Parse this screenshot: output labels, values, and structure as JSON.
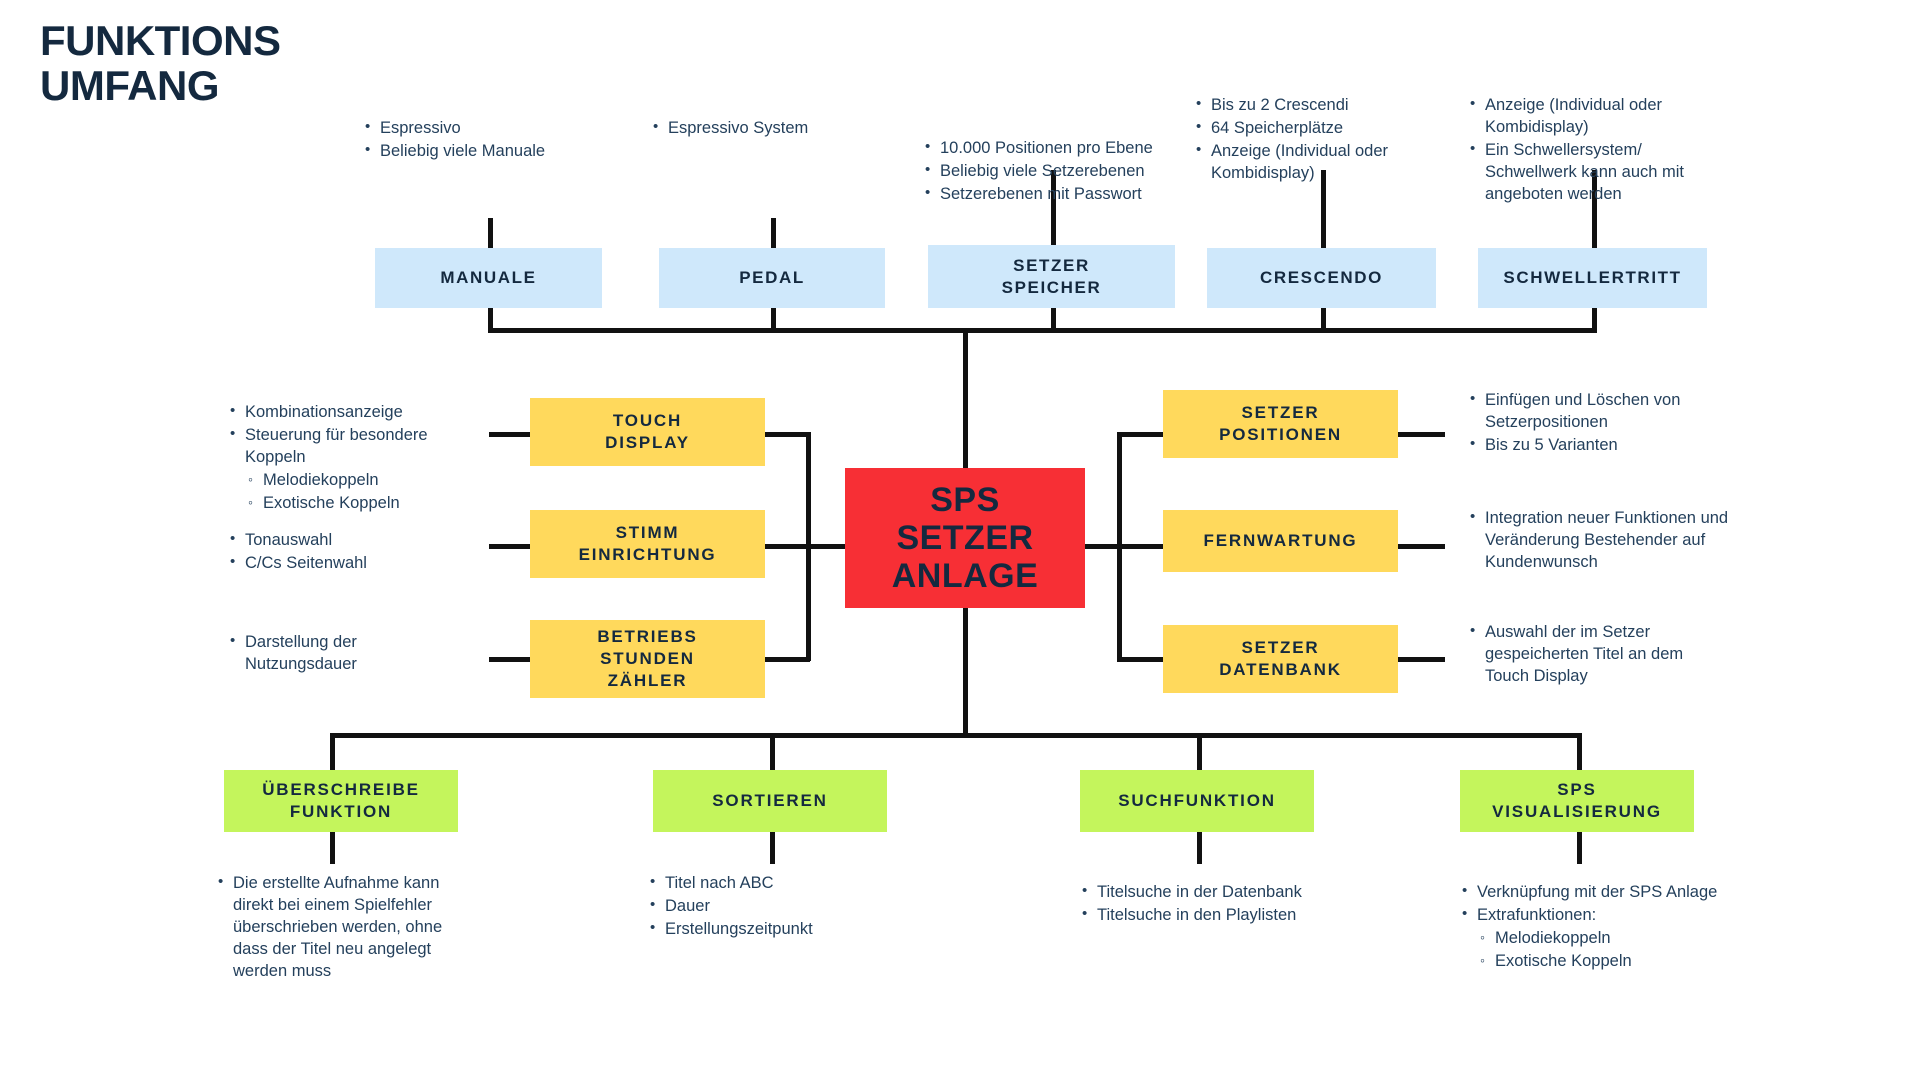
{
  "title": "FUNKTIONS\nUMFANG",
  "colors": {
    "blue": "#cfe8fb",
    "yellow": "#ffd95c",
    "green": "#c4f55c",
    "red": "#f72f35",
    "text": "#14293f",
    "bullet_text": "#24405c",
    "line": "#111111"
  },
  "center": {
    "label": "SPS\nSETZER\nANLAGE"
  },
  "top_row": [
    {
      "label": "MANUALE",
      "bullets": [
        "Espressivo",
        "Beliebig viele Manuale"
      ]
    },
    {
      "label": "PEDAL",
      "bullets": [
        "Espressivo System"
      ]
    },
    {
      "label": "SETZER\nSPEICHER",
      "bullets": [
        "10.000 Positionen pro Ebene",
        "Beliebig viele Setzerebenen",
        "Setzerebenen mit Passwort"
      ]
    },
    {
      "label": "CRESCENDO",
      "bullets": [
        "Bis zu 2 Crescendi",
        "64 Speicherplätze",
        "Anzeige (Individual oder Kombidisplay)"
      ]
    },
    {
      "label": "SCHWELLERTRITT",
      "bullets": [
        "Anzeige (Individual oder Kombidisplay)",
        "Ein Schwellersystem/ Schwellwerk kann auch mit angeboten werden"
      ]
    }
  ],
  "left_column": {
    "boxes": [
      {
        "label": "TOUCH\nDISPLAY"
      },
      {
        "label": "STIMM\nEINRICHTUNG"
      },
      {
        "label": "BETRIEBS\nSTUNDEN\nZÄHLER"
      }
    ],
    "bullet_group_1": [
      {
        "text": "Kombinationsanzeige",
        "level": 1
      },
      {
        "text": "Steuerung für besondere Koppeln",
        "level": 1
      },
      {
        "text": "Melodiekoppeln",
        "level": 2
      },
      {
        "text": "Exotische Koppeln",
        "level": 2
      }
    ],
    "bullet_group_2": [
      {
        "text": "Tonauswahl",
        "level": 1
      },
      {
        "text": "C/Cs Seitenwahl",
        "level": 1
      }
    ],
    "bullet_group_3": [
      {
        "text": "Darstellung der Nutzungsdauer",
        "level": 1
      }
    ]
  },
  "right_column": [
    {
      "label": "SETZER\nPOSITIONEN",
      "bullets": [
        "Einfügen und Löschen von Setzerpositionen",
        "Bis zu 5 Varianten"
      ]
    },
    {
      "label": "FERNWARTUNG",
      "bullets": [
        "Integration neuer Funktionen und Veränderung Bestehender auf Kundenwunsch"
      ]
    },
    {
      "label": "SETZER\nDATENBANK",
      "bullets": [
        "Auswahl der im Setzer gespeicherten Titel an dem Touch Display"
      ]
    }
  ],
  "bottom_row": [
    {
      "label": "ÜBERSCHREIBE\nFUNKTION",
      "bullets": [
        {
          "text": "Die erstellte Aufnahme kann direkt bei einem Spielfehler überschrieben werden, ohne dass der Titel neu angelegt werden muss",
          "level": 1
        }
      ]
    },
    {
      "label": "SORTIEREN",
      "bullets": [
        {
          "text": "Titel nach ABC",
          "level": 1
        },
        {
          "text": "Dauer",
          "level": 1
        },
        {
          "text": "Erstellungszeitpunkt",
          "level": 1
        }
      ]
    },
    {
      "label": "SUCHFUNKTION",
      "bullets": [
        {
          "text": "Titelsuche in der Datenbank",
          "level": 1
        },
        {
          "text": "Titelsuche in den Playlisten",
          "level": 1
        }
      ]
    },
    {
      "label": "SPS\nVISUALISIERUNG",
      "bullets": [
        {
          "text": "Verknüpfung mit der SPS Anlage",
          "level": 1
        },
        {
          "text": "Extrafunktionen:",
          "level": 1
        },
        {
          "text": "Melodiekoppeln",
          "level": 2
        },
        {
          "text": "Exotische Koppeln",
          "level": 2
        }
      ]
    }
  ]
}
